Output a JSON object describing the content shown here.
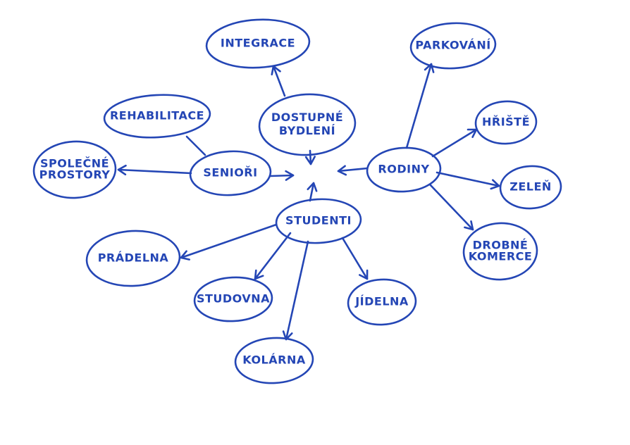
{
  "colors": {
    "ink": "#2446b5",
    "background": "#ffffff"
  },
  "nodes": {
    "integrace": {
      "lines": [
        "INTEGRACE"
      ]
    },
    "dostupne_bydleni": {
      "lines": [
        "DOSTUPNÉ",
        "BYDLENÍ"
      ]
    },
    "parkovani": {
      "lines": [
        "PARKOVÁNÍ"
      ]
    },
    "rehabilitace": {
      "lines": [
        "REHABILITACE"
      ]
    },
    "spolecne_prostory": {
      "lines": [
        "SPOLEČNÉ",
        "PROSTORY"
      ]
    },
    "seniori": {
      "lines": [
        "SENIOŘI"
      ]
    },
    "rodiny": {
      "lines": [
        "RODINY"
      ]
    },
    "hriste": {
      "lines": [
        "HŘIŠTĚ"
      ]
    },
    "zelen": {
      "lines": [
        "ZELEŇ"
      ]
    },
    "drobne_komerce": {
      "lines": [
        "DROBNÉ",
        "KOMERCE"
      ]
    },
    "studenti": {
      "lines": [
        "STUDENTI"
      ]
    },
    "pradelna": {
      "lines": [
        "PRÁDELNA"
      ]
    },
    "studovna": {
      "lines": [
        "STUDOVNA"
      ]
    },
    "jidelna": {
      "lines": [
        "JÍDELNA"
      ]
    },
    "kolarna": {
      "lines": [
        "KOLÁRNA"
      ]
    }
  },
  "edges": [
    {
      "from": "dostupne_bydleni",
      "to": "integrace",
      "type": "arrow"
    },
    {
      "from": "dostupne_bydleni",
      "to": "center",
      "type": "arrow"
    },
    {
      "from": "seniori",
      "to": "rehabilitace",
      "type": "line"
    },
    {
      "from": "seniori",
      "to": "spolecne_prostory",
      "type": "arrow"
    },
    {
      "from": "seniori",
      "to": "center",
      "type": "arrow"
    },
    {
      "from": "rodiny",
      "to": "center",
      "type": "arrow"
    },
    {
      "from": "rodiny",
      "to": "parkovani",
      "type": "arrow"
    },
    {
      "from": "rodiny",
      "to": "hriste",
      "type": "arrow"
    },
    {
      "from": "rodiny",
      "to": "zelen",
      "type": "arrow"
    },
    {
      "from": "rodiny",
      "to": "drobne_komerce",
      "type": "arrow"
    },
    {
      "from": "studenti",
      "to": "center",
      "type": "arrow"
    },
    {
      "from": "studenti",
      "to": "pradelna",
      "type": "arrow"
    },
    {
      "from": "studenti",
      "to": "studovna",
      "type": "arrow"
    },
    {
      "from": "studenti",
      "to": "jidelna",
      "type": "arrow"
    },
    {
      "from": "studenti",
      "to": "kolarna",
      "type": "arrow"
    }
  ]
}
